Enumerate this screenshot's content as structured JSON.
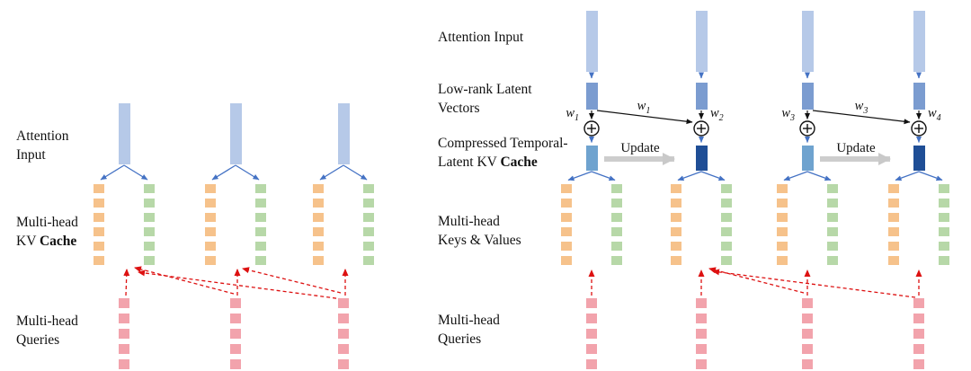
{
  "colors": {
    "attention_input_bar": "#b6c9e8",
    "latent_vector_bar": "#7b9cd0",
    "cache_bar_current": "#6fa3cf",
    "cache_bar_updated": "#1f4e96",
    "key_dash": "#f6c28b",
    "value_dash": "#b7d8a8",
    "query_dash": "#f2a3ac",
    "blue_arrow": "#4472c4",
    "red_arrow": "#dd1111",
    "update_arrow": "#c9c9c9"
  },
  "left": {
    "attention_l1": "Attention",
    "attention_l2": "Input",
    "kv_l1": "Multi-head",
    "kv_l2_plain": "KV ",
    "kv_l2_bold": "Cache",
    "queries_l1": "Multi-head",
    "queries_l2": "Queries"
  },
  "right": {
    "attention_input": "Attention Input",
    "latent_l1": "Low-rank Latent",
    "latent_l2": "Vectors",
    "cache_l1": "Compressed Temporal-",
    "cache_l2_plain": "Latent KV ",
    "cache_l2_bold": "Cache",
    "kv_l1": "Multi-head",
    "kv_l2": "Keys & Values",
    "queries_l1": "Multi-head",
    "queries_l2": "Queries",
    "update": "Update",
    "weights": {
      "w1": {
        "base": "w",
        "sub": "1"
      },
      "w2": {
        "base": "w",
        "sub": "2"
      },
      "w3": {
        "base": "w",
        "sub": "3"
      },
      "w4": {
        "base": "w",
        "sub": "4"
      }
    }
  }
}
